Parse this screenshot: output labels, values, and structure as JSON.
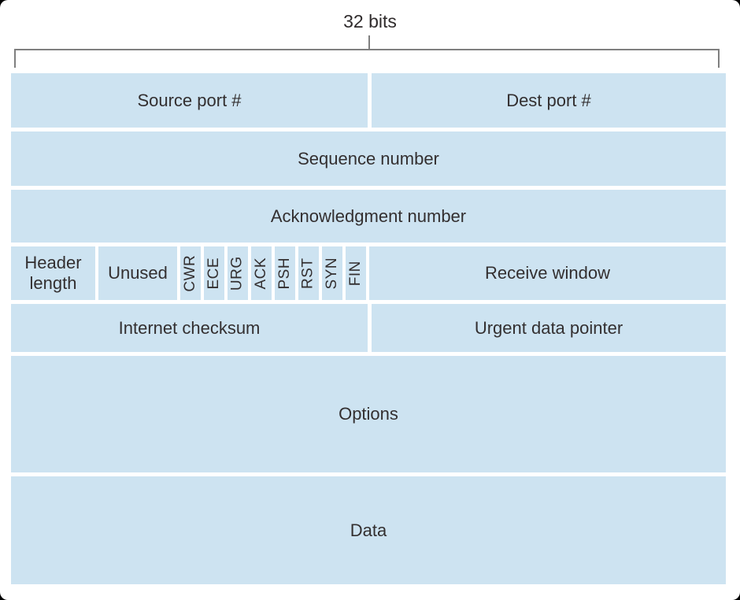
{
  "figure": {
    "width_label": "32 bits"
  },
  "colors": {
    "cell_fill": "#cde3f1",
    "text": "#332f30",
    "bracket": "#7f7f7f",
    "background": "#ffffff"
  },
  "rows": {
    "ports": {
      "source": "Source port #",
      "dest": "Dest port #"
    },
    "sequence": "Sequence number",
    "ack": "Acknowledgment number",
    "flags_row": {
      "header_length": "Header length",
      "unused": "Unused",
      "flags": [
        "CWR",
        "ECE",
        "URG",
        "ACK",
        "PSH",
        "RST",
        "SYN",
        "FIN"
      ],
      "receive_window": "Receive window"
    },
    "checksum_row": {
      "checksum": "Internet checksum",
      "urgent": "Urgent data pointer"
    },
    "options": "Options",
    "data": "Data"
  }
}
